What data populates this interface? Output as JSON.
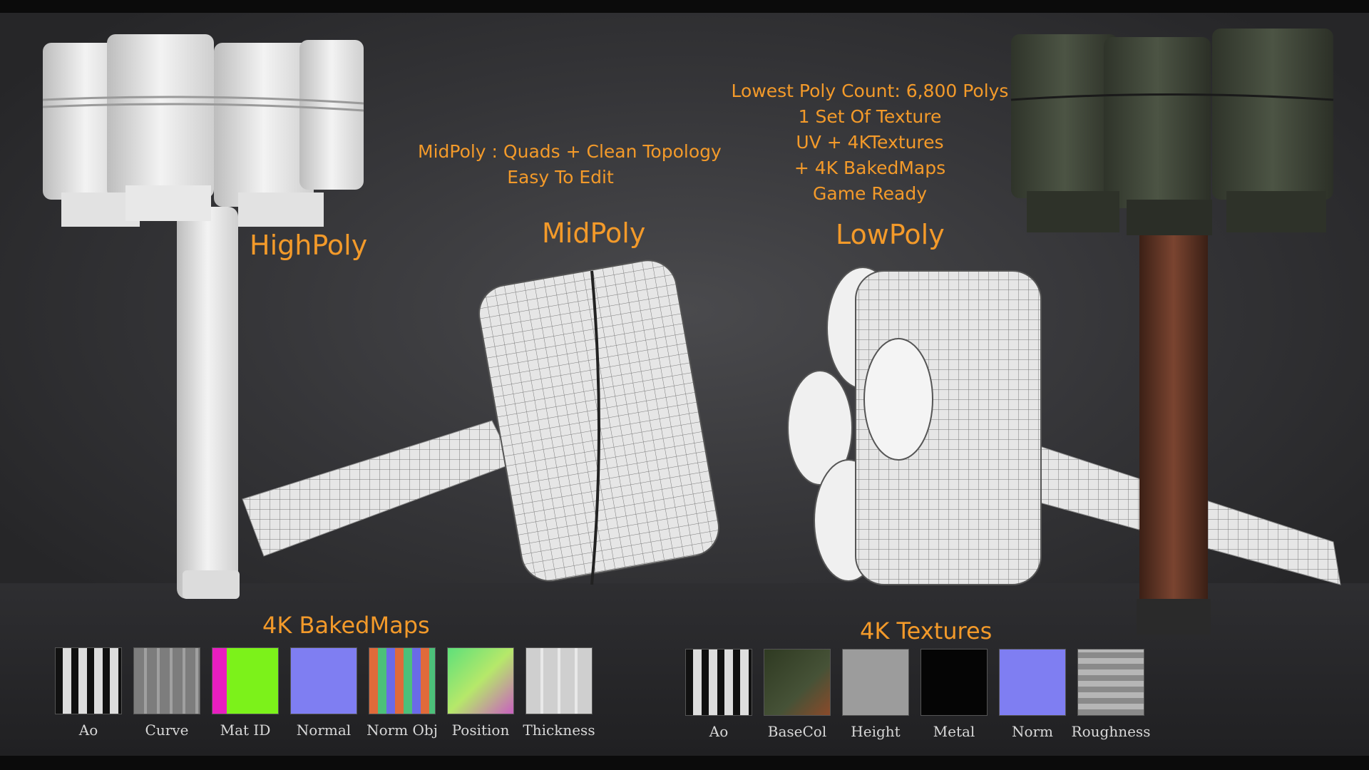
{
  "labels": {
    "highpoly": "HighPoly",
    "midpoly": "MidPoly",
    "lowpoly": "LowPoly",
    "mid_desc_1": "MidPoly : Quads + Clean Topology",
    "mid_desc_2": "Easy To Edit",
    "low_desc_1": "Lowest Poly Count: 6,800 Polys",
    "low_desc_2": "1 Set Of Texture",
    "low_desc_3": "UV + 4KTextures",
    "low_desc_4": "+ 4K BakedMaps",
    "low_desc_5": "Game Ready",
    "baked_title": "4K BakedMaps",
    "textures_title": "4K Textures"
  },
  "baked_maps": [
    "Ao",
    "Curve",
    "Mat ID",
    "Normal",
    "Norm Obj",
    "Position",
    "Thickness"
  ],
  "textures": [
    "Ao",
    "BaseCol",
    "Height",
    "Metal",
    "Norm",
    "Roughness"
  ],
  "colors": {
    "accent": "#f39a2a",
    "background": "#2b2b2d",
    "caption": "#d8d8d8"
  }
}
